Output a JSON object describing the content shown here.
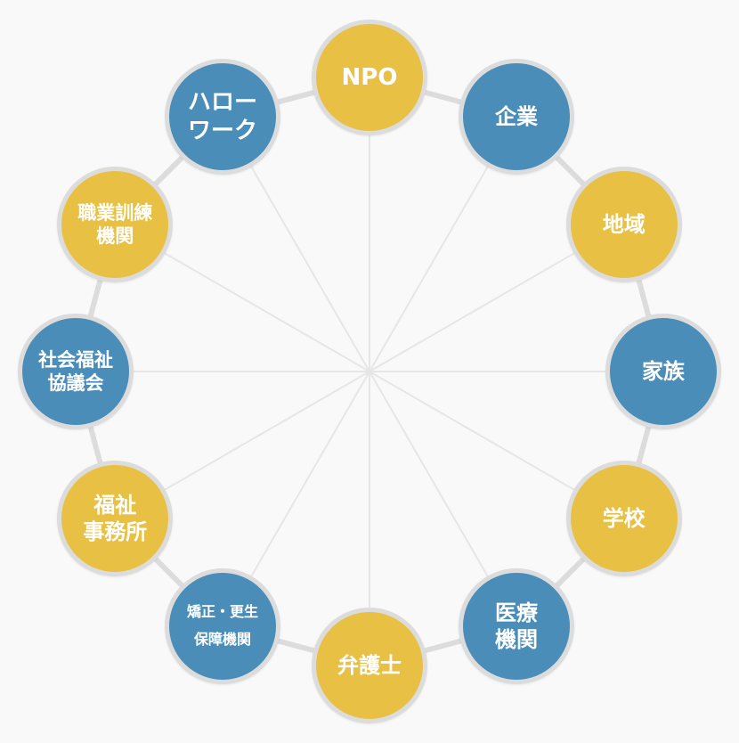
{
  "colors": {
    "yellow": "#e8c043",
    "blue": "#4a8db8",
    "ring": "#dcdcdc",
    "spoke": "#e6e6e6"
  },
  "nodes": [
    {
      "lines": [
        "NPO"
      ],
      "color": "yellow"
    },
    {
      "lines": [
        "企業"
      ],
      "color": "blue"
    },
    {
      "lines": [
        "地域"
      ],
      "color": "yellow"
    },
    {
      "lines": [
        "家族"
      ],
      "color": "blue"
    },
    {
      "lines": [
        "学校"
      ],
      "color": "yellow"
    },
    {
      "lines": [
        "医療",
        "機関"
      ],
      "color": "blue"
    },
    {
      "lines": [
        "弁護士"
      ],
      "color": "yellow"
    },
    {
      "lines": [
        "矯正・更生",
        "保障機関"
      ],
      "color": "blue"
    },
    {
      "lines": [
        "福祉",
        "事務所"
      ],
      "color": "yellow"
    },
    {
      "lines": [
        "社会福祉",
        "協議会"
      ],
      "color": "blue"
    },
    {
      "lines": [
        "職業訓練",
        "機関"
      ],
      "color": "yellow"
    },
    {
      "lines": [
        "ハロー",
        "ワーク"
      ],
      "color": "blue"
    }
  ]
}
